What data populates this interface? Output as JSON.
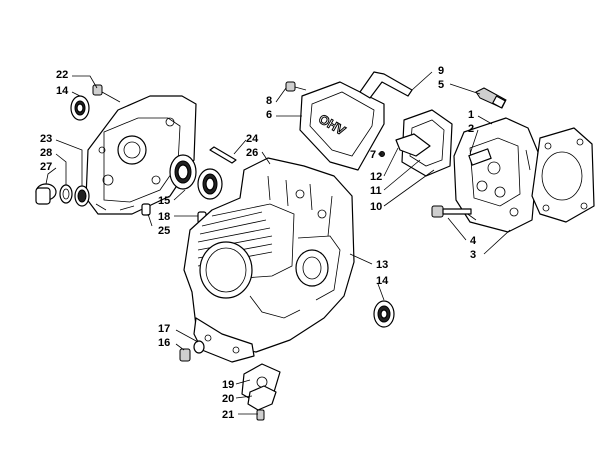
{
  "callouts": [
    {
      "id": "c22",
      "label": "22"
    },
    {
      "id": "c14a",
      "label": "14"
    },
    {
      "id": "c23",
      "label": "23"
    },
    {
      "id": "c28",
      "label": "28"
    },
    {
      "id": "c27",
      "label": "27"
    },
    {
      "id": "c24",
      "label": "24"
    },
    {
      "id": "c26",
      "label": "26"
    },
    {
      "id": "c15",
      "label": "15"
    },
    {
      "id": "c18",
      "label": "18"
    },
    {
      "id": "c25",
      "label": "25"
    },
    {
      "id": "c8",
      "label": "8"
    },
    {
      "id": "c6",
      "label": "6"
    },
    {
      "id": "c9",
      "label": "9"
    },
    {
      "id": "c5",
      "label": "5"
    },
    {
      "id": "c1",
      "label": "1"
    },
    {
      "id": "c2",
      "label": "2"
    },
    {
      "id": "c7",
      "label": "7"
    },
    {
      "id": "c12",
      "label": "12"
    },
    {
      "id": "c11",
      "label": "11"
    },
    {
      "id": "c10",
      "label": "10"
    },
    {
      "id": "c4",
      "label": "4"
    },
    {
      "id": "c3",
      "label": "3"
    },
    {
      "id": "c13",
      "label": "13"
    },
    {
      "id": "c14b",
      "label": "14"
    },
    {
      "id": "c17",
      "label": "17"
    },
    {
      "id": "c16",
      "label": "16"
    },
    {
      "id": "c19",
      "label": "19"
    },
    {
      "id": "c20",
      "label": "20"
    },
    {
      "id": "c21",
      "label": "21"
    }
  ],
  "valve_cover_stamp": "OHV"
}
